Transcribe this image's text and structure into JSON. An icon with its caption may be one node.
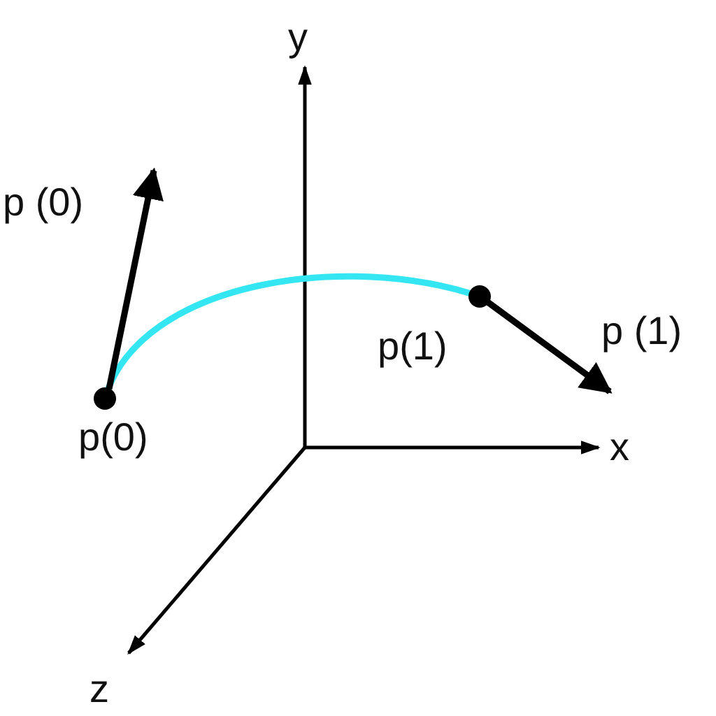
{
  "diagram": {
    "nodes": [
      {
        "text": [
          "p(0)"
        ]
      },
      {
        "text": [
          "p(1)"
        ]
      },
      {
        "text": [
          "p (0)"
        ]
      },
      {
        "text": [
          "p (1)"
        ]
      }
    ],
    "edges": [
      {
        "from": 0,
        "to": 1,
        "arrow": "none",
        "color": "#33e6f2"
      },
      {
        "from": 0,
        "to": 2,
        "arrow": "to"
      },
      {
        "from": 1,
        "to": 3,
        "arrow": "to"
      }
    ],
    "labels": [
      "y",
      "x",
      "z"
    ]
  }
}
